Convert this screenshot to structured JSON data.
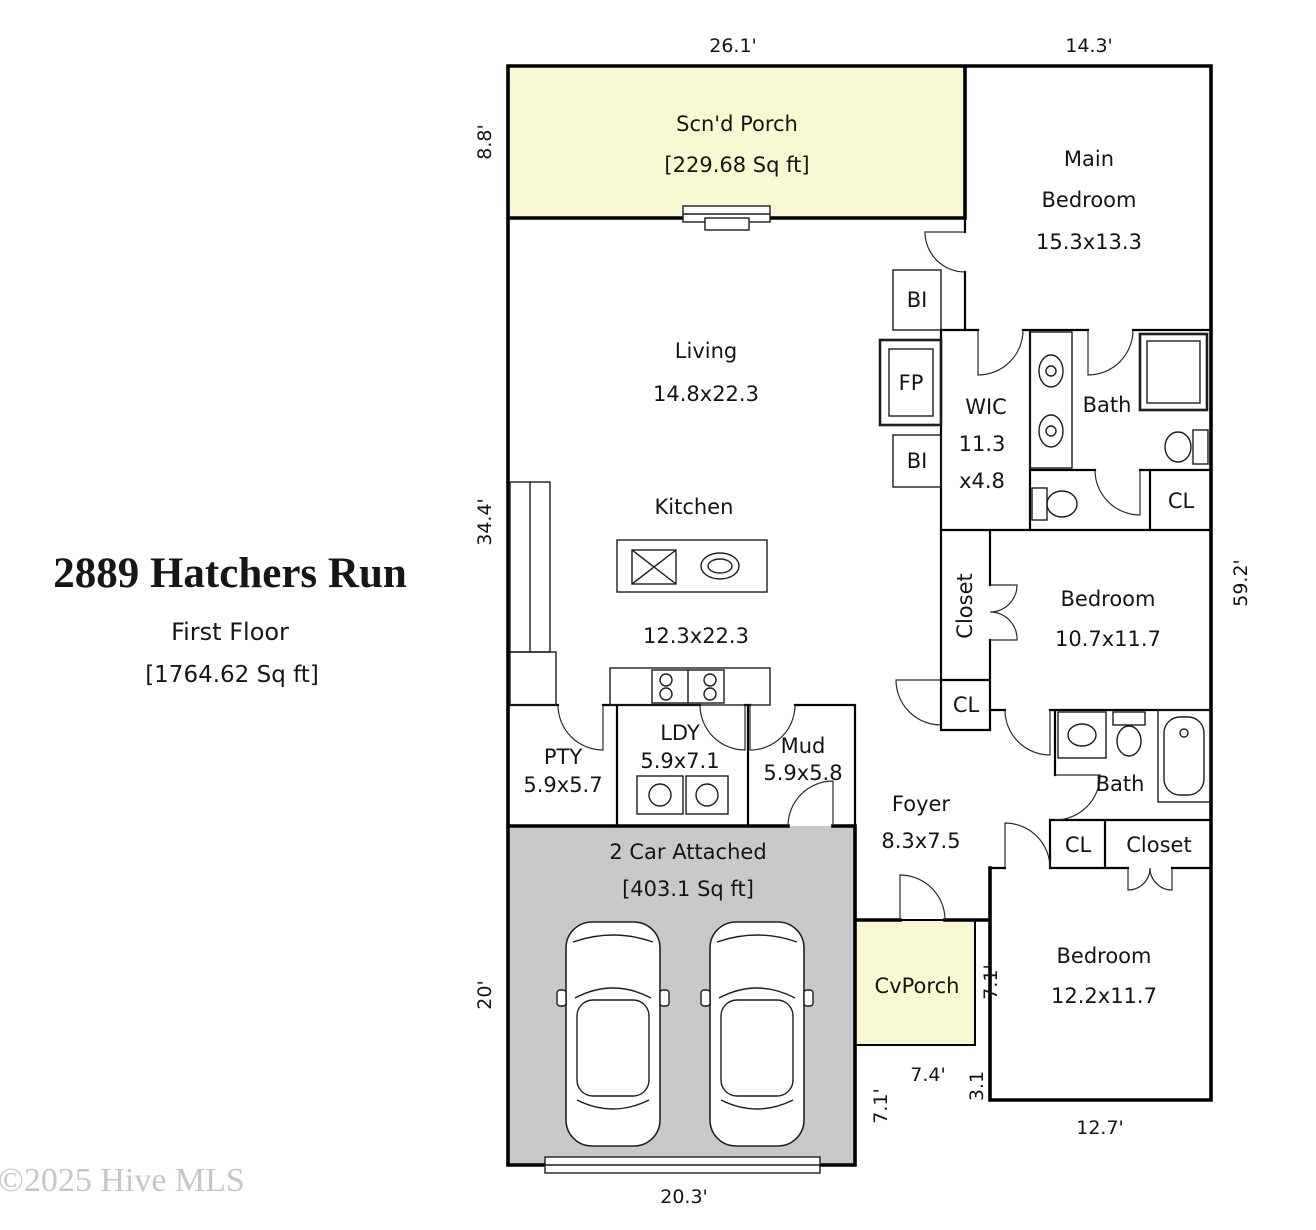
{
  "title_block": {
    "address": "2889 Hatchers Run",
    "floor": "First Floor",
    "area": "[1764.62 Sq ft]"
  },
  "watermark": "©2025 Hive MLS",
  "colors": {
    "porch_fill": "#f8f8d2",
    "garage_fill": "#c9c9c9"
  },
  "rooms": {
    "scnd_porch": {
      "name": "Scn'd Porch",
      "area": "[229.68 Sq ft]"
    },
    "main_bedroom": {
      "line1": "Main",
      "line2": "Bedroom",
      "dims": "15.3x13.3"
    },
    "living": {
      "name": "Living",
      "dims": "14.8x22.3"
    },
    "kitchen": {
      "name": "Kitchen",
      "dims": "12.3x22.3"
    },
    "bi_upper": {
      "name": "BI"
    },
    "fp": {
      "name": "FP"
    },
    "bi_lower": {
      "name": "BI"
    },
    "wic": {
      "name": "WIC",
      "w": "11.3",
      "d": "x4.8"
    },
    "bath_main": {
      "name": "Bath"
    },
    "cl_bath": {
      "name": "CL"
    },
    "closet_b2": {
      "name": "Closet"
    },
    "bedroom2": {
      "name": "Bedroom",
      "dims": "10.7x11.7"
    },
    "cl_hall": {
      "name": "CL"
    },
    "pty": {
      "name": "PTY",
      "dims": "5.9x5.7"
    },
    "ldy": {
      "name": "LDY",
      "dims": "5.9x7.1"
    },
    "mud": {
      "name": "Mud",
      "dims": "5.9x5.8"
    },
    "foyer": {
      "name": "Foyer",
      "dims": "8.3x7.5"
    },
    "bath2": {
      "name": "Bath"
    },
    "cl2": {
      "name": "CL"
    },
    "closet2": {
      "name": "Closet"
    },
    "garage": {
      "name": "2 Car Attached",
      "area": "[403.1 Sq ft]"
    },
    "cvporch": {
      "name": "CvPorch"
    },
    "bedroom3": {
      "name": "Bedroom",
      "dims": "12.2x11.7"
    }
  },
  "dims": {
    "porch_w": "26.1'",
    "mainbr_w": "14.3'",
    "porch_d": "8.8'",
    "living_h": "34.4'",
    "garage_h": "20'",
    "right_h": "59.2'",
    "cvporch_h": "7.1'",
    "cvporch_w": "7.4'",
    "step": "3.1",
    "garage_r": "7.1'",
    "bedroom3_w": "12.7'",
    "garage_w": "20.3'"
  }
}
